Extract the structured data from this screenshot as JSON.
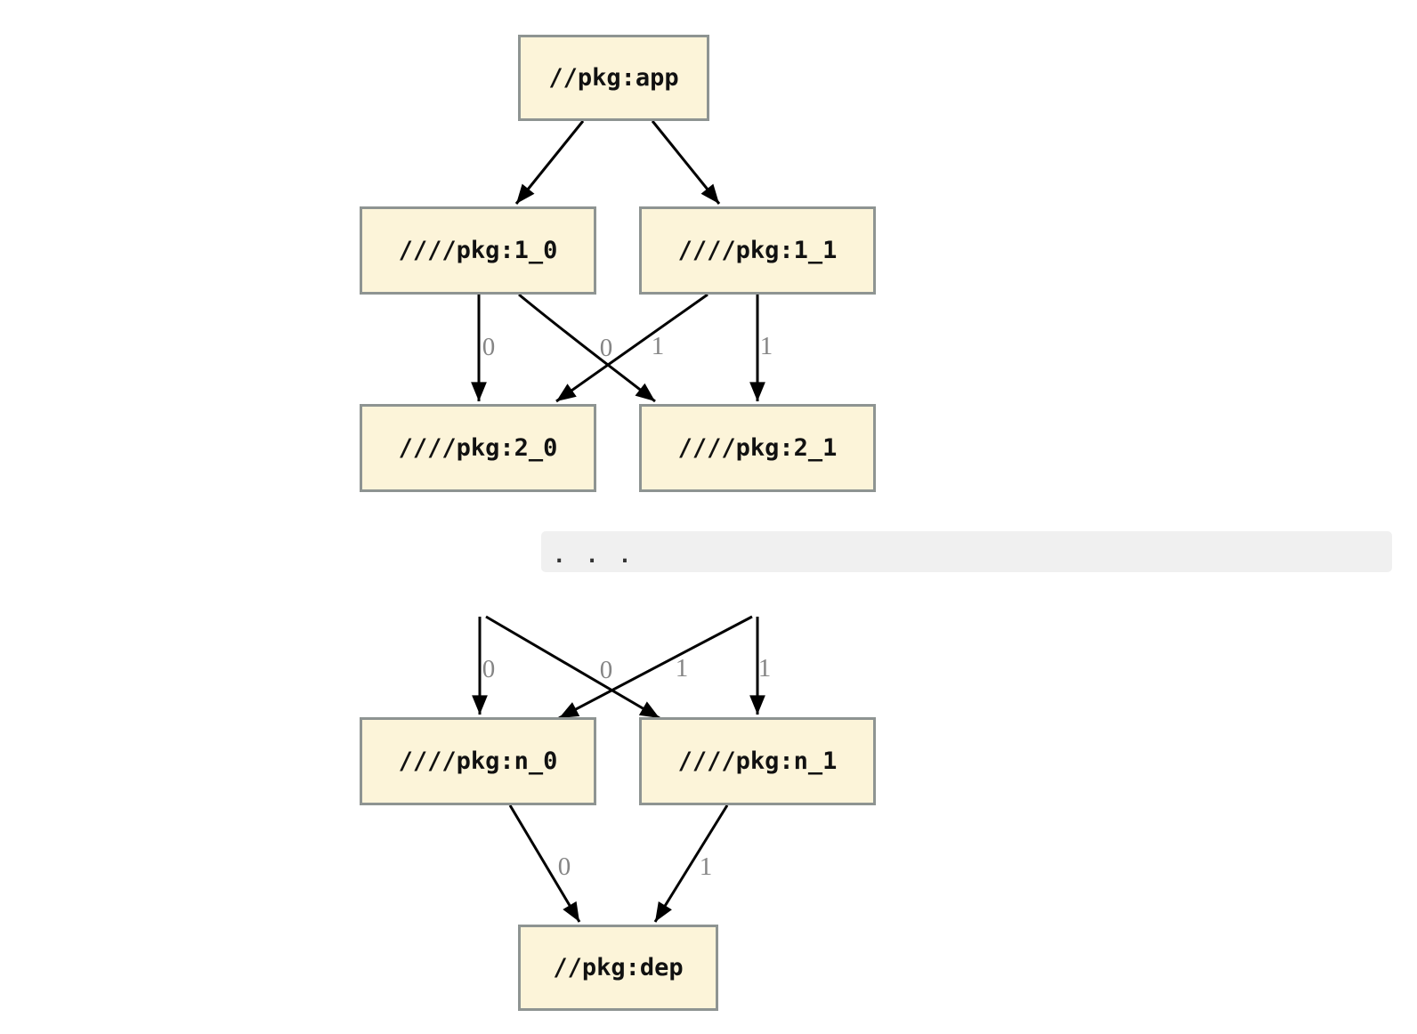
{
  "diagram": {
    "type": "dependency-graph",
    "nodes": {
      "app": {
        "label": "//pkg:app"
      },
      "l1_0": {
        "label": "////pkg:1_0"
      },
      "l1_1": {
        "label": "////pkg:1_1"
      },
      "l2_0": {
        "label": "////pkg:2_0"
      },
      "l2_1": {
        "label": "////pkg:2_1"
      },
      "ln_0": {
        "label": "////pkg:n_0"
      },
      "ln_1": {
        "label": "////pkg:n_1"
      },
      "dep": {
        "label": "//pkg:dep"
      }
    },
    "ellipsis": {
      "text": ". . ."
    },
    "edge_labels": {
      "l1_0_to_l2_0": "0",
      "l1_1_to_l2_0": "0",
      "l1_0_to_l2_1": "1",
      "l1_1_to_l2_1": "1",
      "hidden_to_ln_0": "0",
      "hidden2_to_ln_0": "0",
      "hidden_to_ln_1": "1",
      "hidden2_to_ln_1": "1",
      "ln_0_to_dep": "0",
      "ln_1_to_dep": "1"
    },
    "colors": {
      "background": "#FFFFFF",
      "node_fill": "#FCF4D9",
      "node_border": "#8E9492",
      "edge": "#000000",
      "edge_label_text": "#858585",
      "ellipsis_background": "#F0F0F0"
    }
  }
}
